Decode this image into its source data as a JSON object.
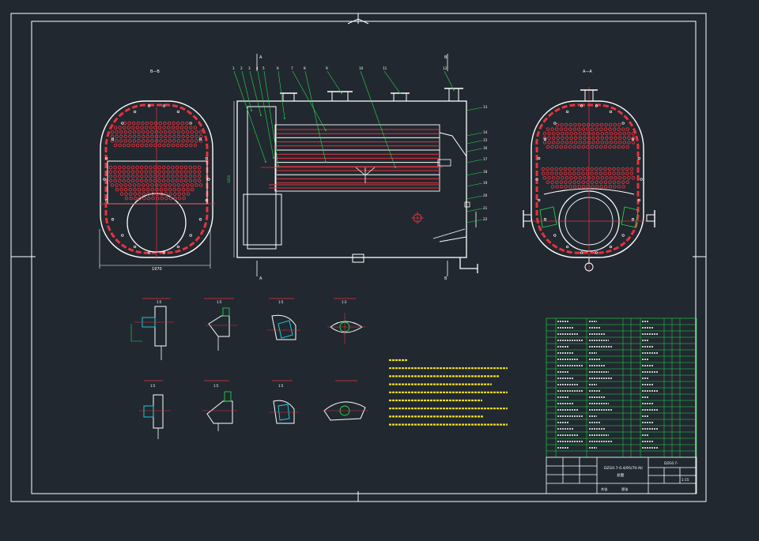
{
  "colors": {
    "background": "#212830",
    "outline": "#ffffff",
    "red": "#e8323c",
    "green": "#22e04a",
    "yellow": "#f0e020",
    "cyan": "#20d8e8",
    "pink": "#ff70c0"
  },
  "labels": {
    "left_view_title": "B—B",
    "right_view_title": "A—A",
    "section_a": "A",
    "section_b": "B",
    "left_width_dim": "1970",
    "side_height_dim": "1920",
    "scale_1_5": "1:5",
    "scale_1_3": "1:3"
  },
  "part_numbers": [
    "1",
    "2",
    "3",
    "4",
    "5",
    "6",
    "7",
    "8",
    "9",
    "10",
    "11",
    "12"
  ],
  "right_part_numbers": [
    "13",
    "14",
    "15",
    "16",
    "17",
    "18",
    "19",
    "20",
    "21",
    "22"
  ],
  "title_block": {
    "drawing_no": "DZG0.7-",
    "drawing_name_line1": "DZG0.7-0.4/95/70-AII",
    "drawing_name_line2": "总图",
    "scale_value": "1:15",
    "footer_left": "共张",
    "footer_right": "第张"
  }
}
